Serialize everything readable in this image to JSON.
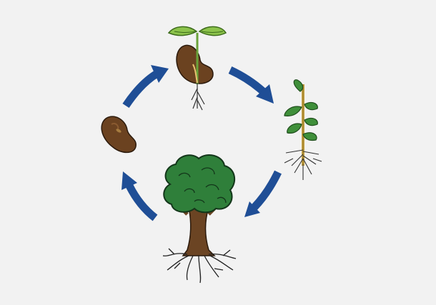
{
  "diagram": {
    "type": "cycle",
    "direction": "clockwise",
    "stages": [
      {
        "id": "seed",
        "icon": "bean-seed-icon"
      },
      {
        "id": "germinating-seed",
        "icon": "germinating-bean-icon"
      },
      {
        "id": "seedling",
        "icon": "seedling-icon"
      },
      {
        "id": "tree",
        "icon": "tree-icon"
      }
    ],
    "arrow_count": 4
  },
  "colors": {
    "background": "#f2f2f2",
    "arrow": "#1f4e96",
    "seed": "#6b4220",
    "seed_shadow": "#4f2f16",
    "leaf": "#8cc34b",
    "stem": "#6aa33a",
    "sapling_leaf": "#3f8f3a",
    "canopy": "#2f7f3a",
    "canopy_light": "#43a047",
    "trunk": "#6b4423",
    "root": "#333333"
  }
}
